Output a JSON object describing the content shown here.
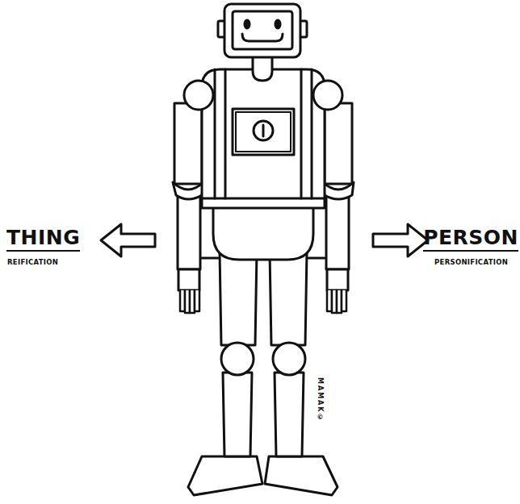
{
  "diagram": {
    "labels": [
      "THING",
      "REIFICATION",
      "PERSON",
      "PERSONIFICATION",
      "MAMAK©"
    ]
  }
}
